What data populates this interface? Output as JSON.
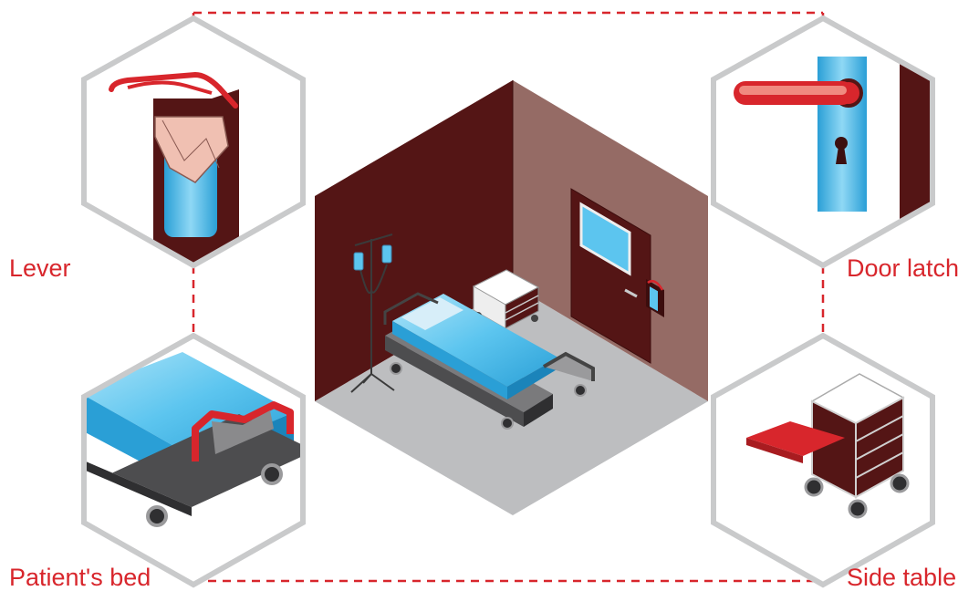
{
  "labels": {
    "lever": "Lever",
    "door_latch": "Door latch",
    "patients_bed": "Patient's bed",
    "side_table": "Side table"
  },
  "colors": {
    "accent_red": "#d8262c",
    "wall_dark": "#541515",
    "wall_light": "#956b65",
    "floor": "#bdbec0",
    "sheet_blue": "#5cc5ef",
    "hex_border": "#c9cacb"
  },
  "icons": [
    "lever-icon",
    "door-latch-icon",
    "patient-bed-icon",
    "side-table-icon",
    "iv-stand-icon"
  ]
}
